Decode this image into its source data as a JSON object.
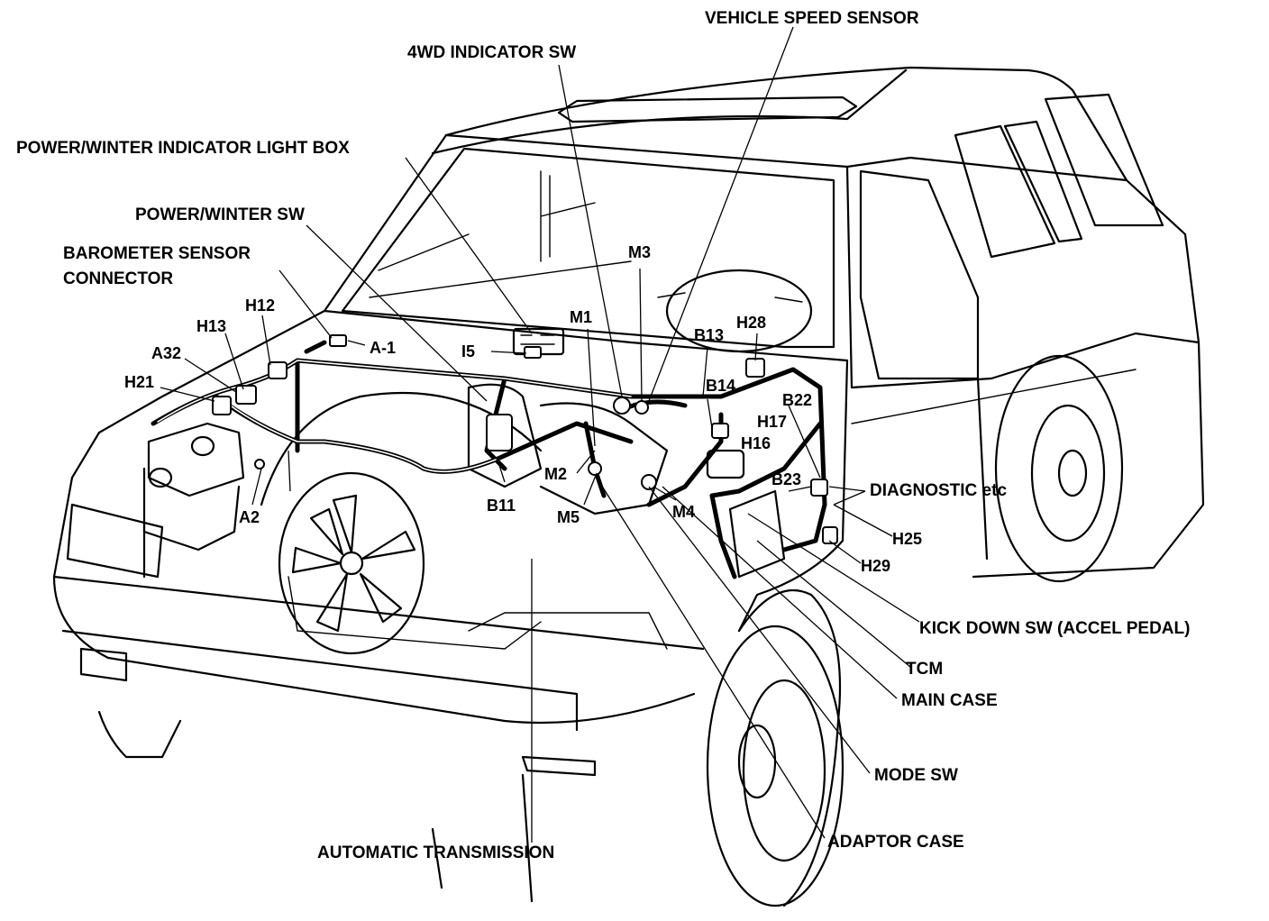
{
  "labels": {
    "vehicle_speed_sensor": "VEHICLE SPEED SENSOR",
    "fwd_indicator_sw": "4WD INDICATOR SW",
    "power_winter_light_box": "POWER/WINTER INDICATOR LIGHT BOX",
    "power_winter_sw": "POWER/WINTER SW",
    "barometer_sensor_1": "BAROMETER SENSOR",
    "barometer_sensor_2": "CONNECTOR",
    "diagnostic": "DIAGNOSTIC etc",
    "kick_down_sw": "KICK DOWN SW (ACCEL PEDAL)",
    "tcm": "TCM",
    "main_case": "MAIN CASE",
    "mode_sw": "MODE SW",
    "adaptor_case": "ADAPTOR CASE",
    "automatic_transmission": "AUTOMATIC TRANSMISSION"
  },
  "connectors": {
    "h12": "H12",
    "h13": "H13",
    "a32": "A32",
    "h21": "H21",
    "a1": "A-1",
    "i5": "I5",
    "m1": "M1",
    "m3": "M3",
    "b13": "B13",
    "h28": "H28",
    "b14": "B14",
    "b22": "B22",
    "h17": "H17",
    "h16": "H16",
    "b23": "B23",
    "h25": "H25",
    "h29": "H29",
    "m2": "M2",
    "m5": "M5",
    "m4": "M4",
    "b11": "B11",
    "a2": "A2"
  }
}
